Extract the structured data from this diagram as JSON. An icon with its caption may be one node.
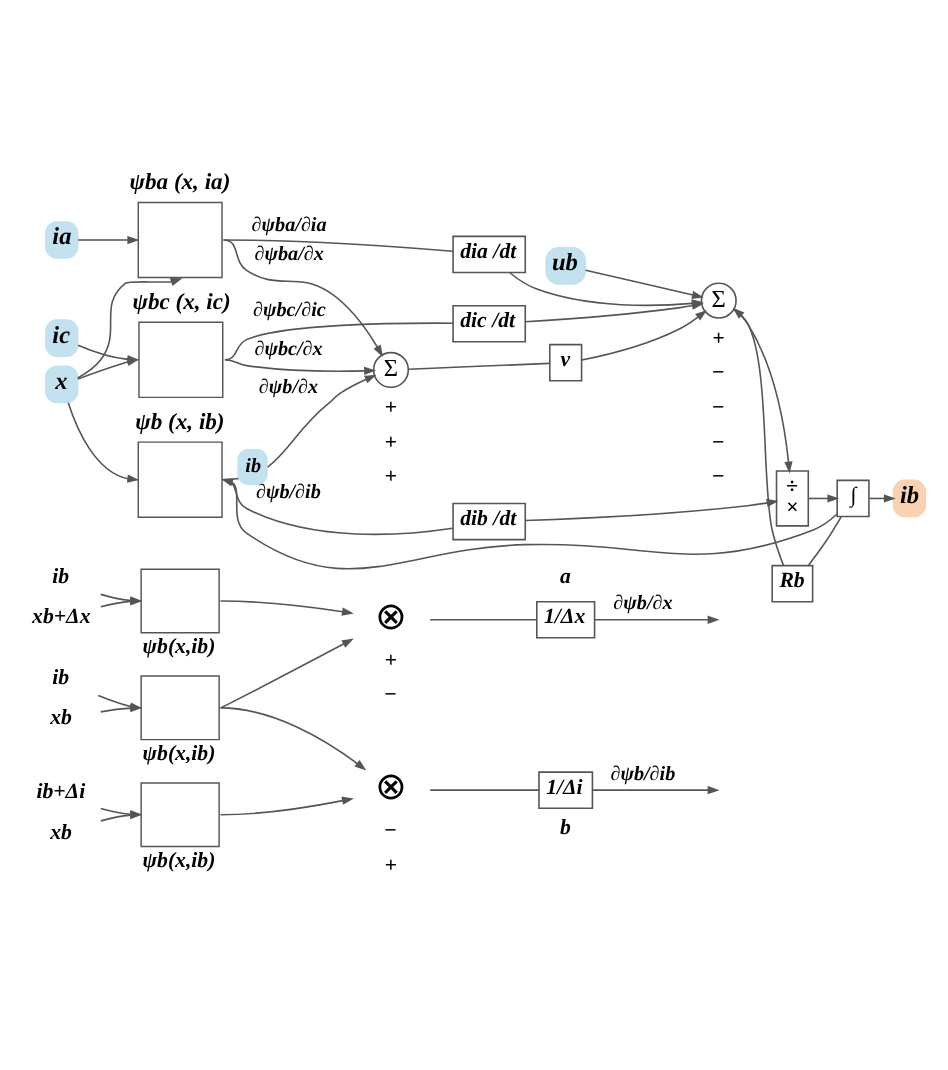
{
  "diagram": {
    "nodes": [
      {
        "text": [
          "ub"
        ]
      },
      {
        "text": [
          "ψb (x, ib)"
        ]
      },
      {
        "text": [
          "x"
        ]
      },
      {
        "text": [
          "dib /dt"
        ]
      },
      {
        "text": [
          "ia"
        ]
      },
      {
        "text": [
          "ψba (x, ia)"
        ]
      },
      {
        "text": [
          "Σ"
        ]
      },
      {
        "text": [
          "v"
        ]
      },
      {
        "text": [
          "Σ"
        ]
      },
      {
        "text": [
          "÷",
          "×"
        ]
      },
      {
        "text": [
          "∫"
        ]
      },
      {
        "text": [
          "ib"
        ]
      },
      {
        "text": [
          "dia /dt"
        ]
      },
      {
        "text": [
          "Rb"
        ]
      },
      {
        "text": [
          "ic"
        ]
      },
      {
        "text": [
          "ψbc (x, ic)"
        ]
      },
      {
        "text": [
          "dic /dt"
        ]
      },
      {
        "text": [
          "ib"
        ]
      },
      {
        "text": [
          "xb+Δx"
        ]
      },
      {
        "text": [
          "ψb(x,ib)"
        ]
      },
      {
        "text": [
          "⊗"
        ]
      },
      {
        "text": [
          "1/Δx"
        ]
      },
      {
        "text": [
          "ib"
        ]
      },
      {
        "text": [
          "xb"
        ]
      },
      {
        "text": [
          "ψb(x,ib)"
        ]
      },
      {
        "text": [
          "ib+Δi"
        ]
      },
      {
        "text": [
          "xb"
        ]
      },
      {
        "text": [
          "ψb(x,ib)"
        ]
      },
      {
        "text": [
          "⊗"
        ]
      },
      {
        "text": [
          "1/Δi"
        ]
      }
    ],
    "edges": [
      {
        "from": 0,
        "to": 8,
        "arrow": "to"
      },
      {
        "from": 10,
        "to": 1,
        "arrow": "to",
        "label": "ib"
      },
      {
        "from": 2,
        "to": 1,
        "arrow": "to"
      },
      {
        "from": 2,
        "to": 5,
        "arrow": "to"
      },
      {
        "from": 2,
        "to": 15,
        "arrow": "to"
      },
      {
        "from": 4,
        "to": 5,
        "arrow": "to"
      },
      {
        "from": 14,
        "to": 15,
        "arrow": "to"
      },
      {
        "from": 1,
        "to": 6,
        "arrow": "to",
        "label": "∂ψb/∂x"
      },
      {
        "from": 1,
        "to": 3,
        "arrow": "none",
        "label": "∂ψb/∂ib"
      },
      {
        "from": 5,
        "to": 6,
        "arrow": "to",
        "label": "∂ψba/∂x"
      },
      {
        "from": 5,
        "to": 12,
        "arrow": "none",
        "label": "∂ψba/∂ia"
      },
      {
        "from": 15,
        "to": 6,
        "arrow": "to",
        "label": "∂ψbc/∂x"
      },
      {
        "from": 15,
        "to": 16,
        "arrow": "none",
        "label": "∂ψbc/∂ic"
      },
      {
        "from": 3,
        "to": 9,
        "arrow": "to"
      },
      {
        "from": 12,
        "to": 8,
        "arrow": "to"
      },
      {
        "from": 16,
        "to": 8,
        "arrow": "to"
      },
      {
        "from": 6,
        "to": 7,
        "arrow": "none"
      },
      {
        "from": 7,
        "to": 8,
        "arrow": "to"
      },
      {
        "from": 13,
        "to": 8,
        "arrow": "to"
      },
      {
        "from": 8,
        "to": 9,
        "arrow": "to"
      },
      {
        "from": 9,
        "to": 10,
        "arrow": "to"
      },
      {
        "from": 10,
        "to": 11,
        "arrow": "to"
      },
      {
        "from": 10,
        "to": 13,
        "arrow": "none"
      },
      {
        "from": 17,
        "to": 19,
        "arrow": "to"
      },
      {
        "from": 18,
        "to": 19,
        "arrow": "to"
      },
      {
        "from": 22,
        "to": 24,
        "arrow": "to"
      },
      {
        "from": 23,
        "to": 24,
        "arrow": "to"
      },
      {
        "from": 25,
        "to": 27,
        "arrow": "to"
      },
      {
        "from": 26,
        "to": 27,
        "arrow": "to"
      },
      {
        "from": 19,
        "to": 20,
        "arrow": "to"
      },
      {
        "from": 24,
        "to": 20,
        "arrow": "to"
      },
      {
        "from": 24,
        "to": 28,
        "arrow": "to"
      },
      {
        "from": 27,
        "to": 28,
        "arrow": "to"
      },
      {
        "from": 20,
        "to": 21,
        "arrow": "none"
      },
      {
        "from": 28,
        "to": 29,
        "arrow": "none"
      },
      {
        "from": 21,
        "to": null,
        "arrow": "to",
        "label": "∂ψb/∂x"
      },
      {
        "from": 29,
        "to": null,
        "arrow": "to",
        "label": "∂ψb/∂ib"
      }
    ],
    "labels": [
      "+",
      "+",
      "+",
      "−",
      "−",
      "−",
      "−",
      "+",
      "a",
      "+",
      "−",
      "−",
      "+",
      "b"
    ]
  }
}
